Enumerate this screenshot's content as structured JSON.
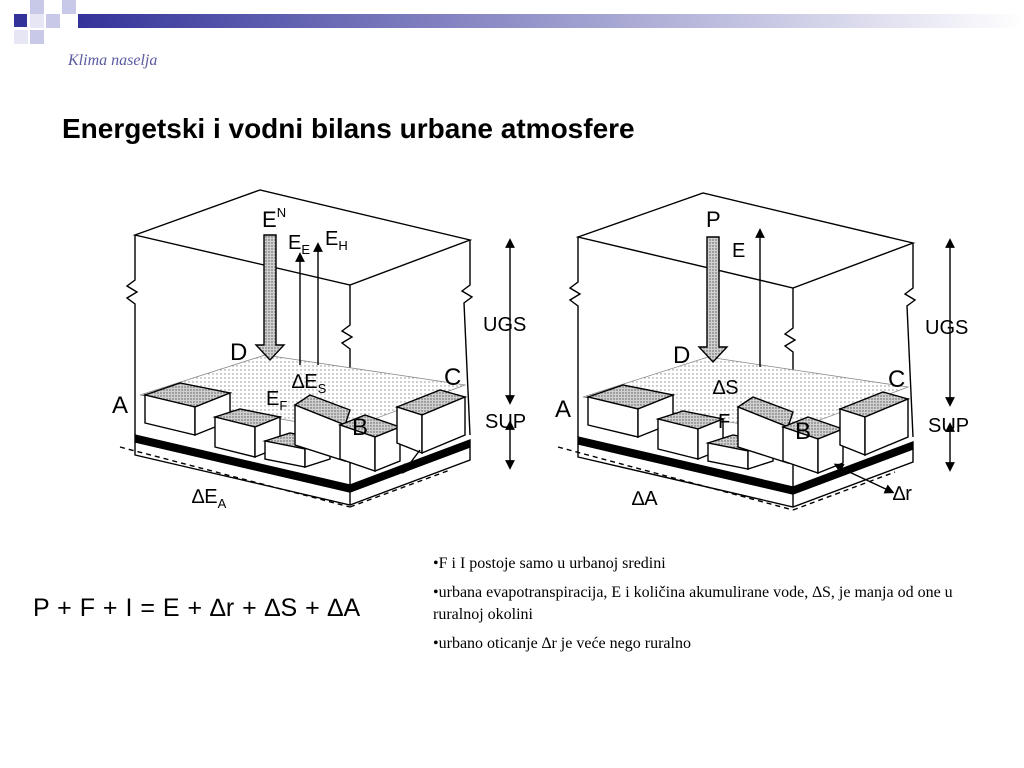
{
  "header": {
    "section_label": "Klima naselja",
    "title": "Energetski i vodni bilans urbane atmosfere"
  },
  "diagram_left": {
    "labels": {
      "en": "E",
      "en_sup": "N",
      "ee": "E",
      "ee_sub": "E",
      "eh": "E",
      "eh_sub": "H",
      "d": "D",
      "a": "A",
      "b": "B",
      "c": "C",
      "des": "∆E",
      "des_sub": "S",
      "ef": "E",
      "ef_sub": "F",
      "dea": "∆E",
      "dea_sub": "A",
      "ugs": "UGS",
      "sup": "SUP"
    }
  },
  "diagram_right": {
    "labels": {
      "p": "P",
      "e": "E",
      "d": "D",
      "a": "A",
      "b": "B",
      "c": "C",
      "ds": "∆S",
      "f": "F",
      "da": "∆A",
      "dr": "∆r",
      "ugs": "UGS",
      "sup": "SUP"
    }
  },
  "equation": "P + F + I = E + ∆r + ∆S + ∆A",
  "bullets": [
    "F i I postoje samo u urbanoj sredini",
    "urbana evapotranspiracija, E i količina akumulirane vode, ∆S, je manja od one u ruralnoj okolini",
    "urbano oticanje ∆r je veće nego ruralno"
  ],
  "colors": {
    "accent": "#33339a",
    "label": "#5a5aa0"
  }
}
